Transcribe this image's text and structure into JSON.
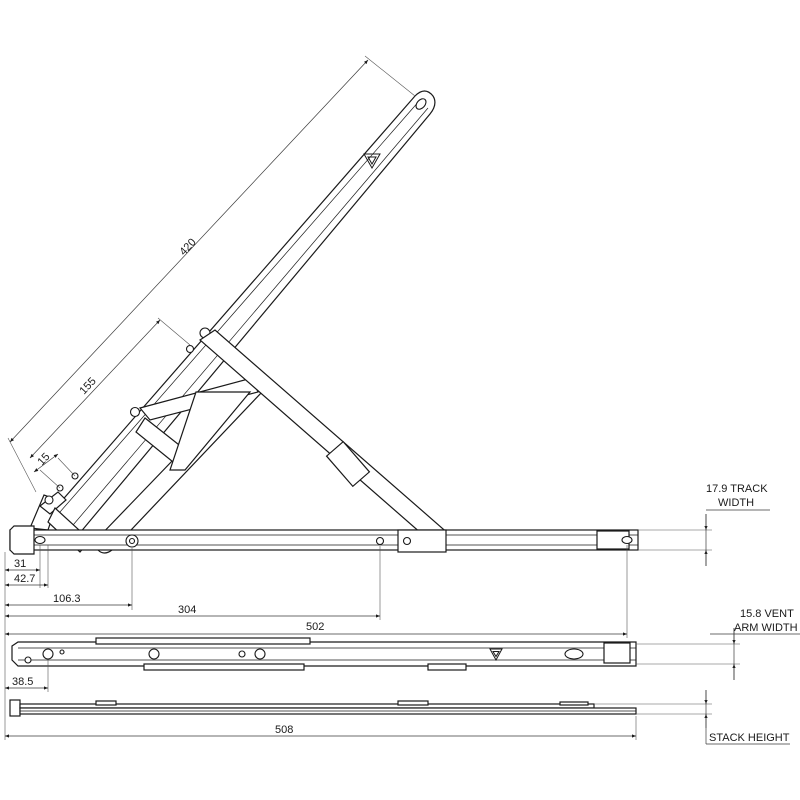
{
  "dimensions": {
    "stay_length": "508",
    "track_length": "502",
    "pivot_304": "304",
    "pivot_106": "106.3",
    "pivot_42": "42.7",
    "pivot_31": "31",
    "vent_offset": "38.5",
    "arm_420": "420",
    "arm_155": "155",
    "arm_15": "15"
  },
  "notes": {
    "track_width_line1": "17.9 TRACK",
    "track_width_line2": "WIDTH",
    "vent_width_line1": "15.8 VENT",
    "vent_width_line2": "ARM WIDTH",
    "stack_height": "STACK HEIGHT"
  }
}
